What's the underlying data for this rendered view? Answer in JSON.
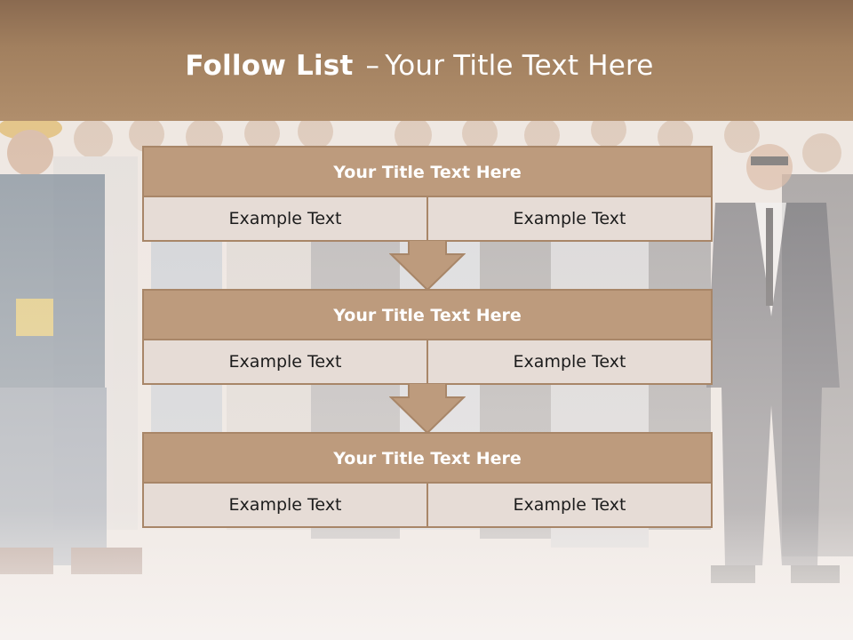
{
  "slide": {
    "title_bold": "Follow List",
    "title_dash": "–",
    "title_rest": "Your Title Text Here"
  },
  "steps": [
    {
      "title": "Your Title Text Here",
      "left": "Example Text",
      "right": "Example Text"
    },
    {
      "title": "Your Title Text Here",
      "left": "Example Text",
      "right": "Example Text"
    },
    {
      "title": "Your Title Text Here",
      "left": "Example Text",
      "right": "Example Text"
    }
  ],
  "colors": {
    "header": "#a2805f",
    "box_title": "#bd9b7d",
    "box_cell": "#e6dcd6",
    "border": "#a88668"
  },
  "icons": [
    "down-arrow-icon",
    "down-arrow-icon"
  ]
}
